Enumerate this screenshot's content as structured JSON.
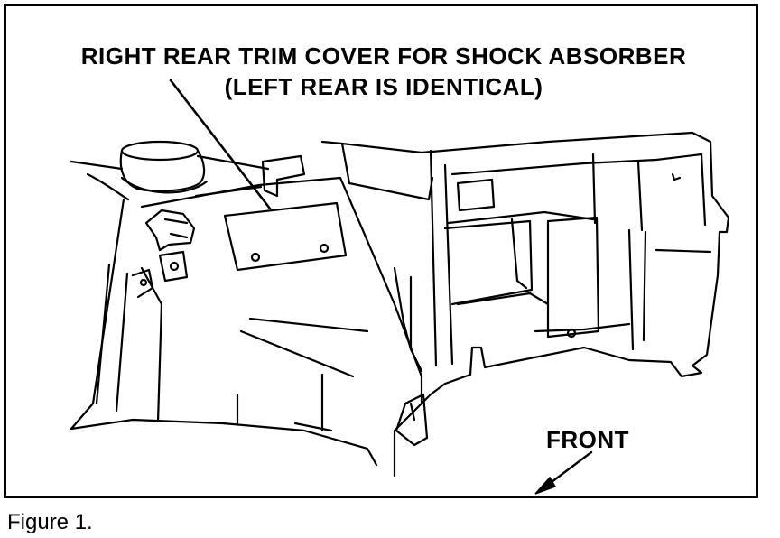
{
  "callout": {
    "line1": "RIGHT REAR TRIM COVER FOR SHOCK ABSORBER",
    "line2": "(LEFT REAR IS IDENTICAL)"
  },
  "front_label": "FRONT",
  "caption": "Figure 1.",
  "colors": {
    "ink": "#000000",
    "paper": "#ffffff"
  }
}
